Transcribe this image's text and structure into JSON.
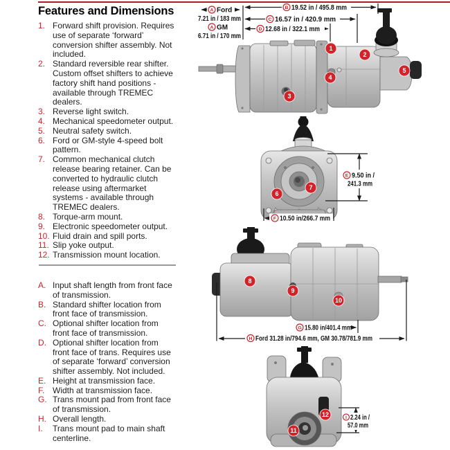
{
  "page": {
    "title": "Features and Dimensions"
  },
  "colors": {
    "accent_red": "#c9242b",
    "callout_red": "#d2232a",
    "rule_red": "#a81e22",
    "separator_gray": "#999999"
  },
  "features": {
    "items": [
      {
        "n": "1.",
        "lines": [
          "Forward shift provision. Requires",
          "use of separate ‘forward’",
          "conversion shifter assembly. Not",
          "included."
        ]
      },
      {
        "n": "2.",
        "lines": [
          "Standard reversible rear shifter.",
          "Custom offset shifters to achieve",
          "factory shift hand positions -",
          "available through TREMEC",
          "dealers."
        ]
      },
      {
        "n": "3.",
        "lines": [
          "Reverse light switch."
        ]
      },
      {
        "n": "4.",
        "lines": [
          "Mechanical speedometer output."
        ]
      },
      {
        "n": "5.",
        "lines": [
          "Neutral safety switch."
        ]
      },
      {
        "n": "6.",
        "lines": [
          "Ford or GM-style 4-speed bolt",
          "pattern."
        ]
      },
      {
        "n": "7.",
        "lines": [
          "Common mechanical clutch",
          "release bearing retainer. Can be",
          "converted to hydraulic clutch",
          "release using aftermarket",
          "systems - available through",
          "TREMEC dealers."
        ]
      },
      {
        "n": "8.",
        "lines": [
          "Torque-arm mount."
        ]
      },
      {
        "n": "9.",
        "lines": [
          "Electronic speedometer output."
        ]
      },
      {
        "n": "10.",
        "lines": [
          "Fluid drain and spill ports."
        ]
      },
      {
        "n": "11.",
        "lines": [
          "Slip yoke output."
        ]
      },
      {
        "n": "12.",
        "lines": [
          "Transmission mount location."
        ]
      }
    ]
  },
  "legend": {
    "items": [
      {
        "n": "A.",
        "lines": [
          "Input shaft length from front face",
          "of transmission."
        ]
      },
      {
        "n": "B.",
        "lines": [
          "Standard shifter location from",
          "front face of transmission."
        ]
      },
      {
        "n": "C.",
        "lines": [
          "Optional shifter location from",
          "front face of transmission."
        ]
      },
      {
        "n": "D.",
        "lines": [
          "Optional shifter location from",
          "front face of trans. Requires use",
          "of separate ‘forward’ conversion",
          "shifter assembly. Not included."
        ]
      },
      {
        "n": "E.",
        "lines": [
          "Height at transmission face."
        ]
      },
      {
        "n": "F.",
        "lines": [
          "Width at transmission face."
        ]
      },
      {
        "n": "G.",
        "lines": [
          "Trans mount pad from front face",
          "of transmission."
        ]
      },
      {
        "n": "H.",
        "lines": [
          "Overall length."
        ]
      },
      {
        "n": "I.",
        "lines": [
          "Trans mount pad to main shaft",
          "centerline."
        ]
      }
    ]
  },
  "figures": {
    "callouts": [
      "1",
      "2",
      "3",
      "4",
      "5",
      "6",
      "7",
      "8",
      "9",
      "10",
      "11",
      "12"
    ],
    "dims": {
      "a_ford": {
        "letter": "A",
        "name": "Ford",
        "value": "7.21 in / 183 mm"
      },
      "a_gm": {
        "letter": "A",
        "name": "GM",
        "value": "6.71 in / 170 mm"
      },
      "b": {
        "letter": "B",
        "value": "19.52 in / 495.8 mm"
      },
      "c": {
        "letter": "C",
        "value": "16.57 in / 420.9 mm"
      },
      "d": {
        "letter": "D",
        "value": "12.68 in / 322.1 mm"
      },
      "e": {
        "letter": "E",
        "value_line1": "9.50 in /",
        "value_line2": "241.3 mm"
      },
      "f": {
        "letter": "F",
        "value": "10.50 in/266.7 mm"
      },
      "g": {
        "letter": "G",
        "value": "15.80 in/401.4 mm"
      },
      "h": {
        "letter": "H",
        "value": "Ford 31.28 in/794.6 mm, GM 30.78/781.9 mm"
      },
      "i": {
        "letter": "I",
        "value_line1": "2.24 in /",
        "value_line2": "57.0 mm"
      }
    }
  }
}
